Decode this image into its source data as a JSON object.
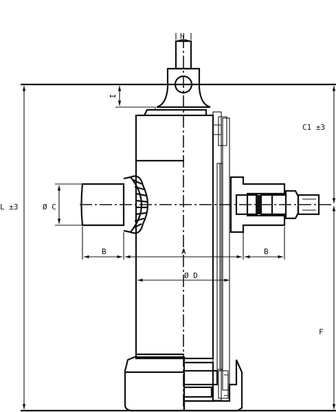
{
  "diagram": {
    "labels": {
      "h": "H",
      "i": "I",
      "c1": "C1 ±3",
      "l": "L ±3",
      "c": "Ø C",
      "b_left": "B",
      "a": "A",
      "b_right": "B",
      "d": "Ø D",
      "f": "F"
    }
  }
}
